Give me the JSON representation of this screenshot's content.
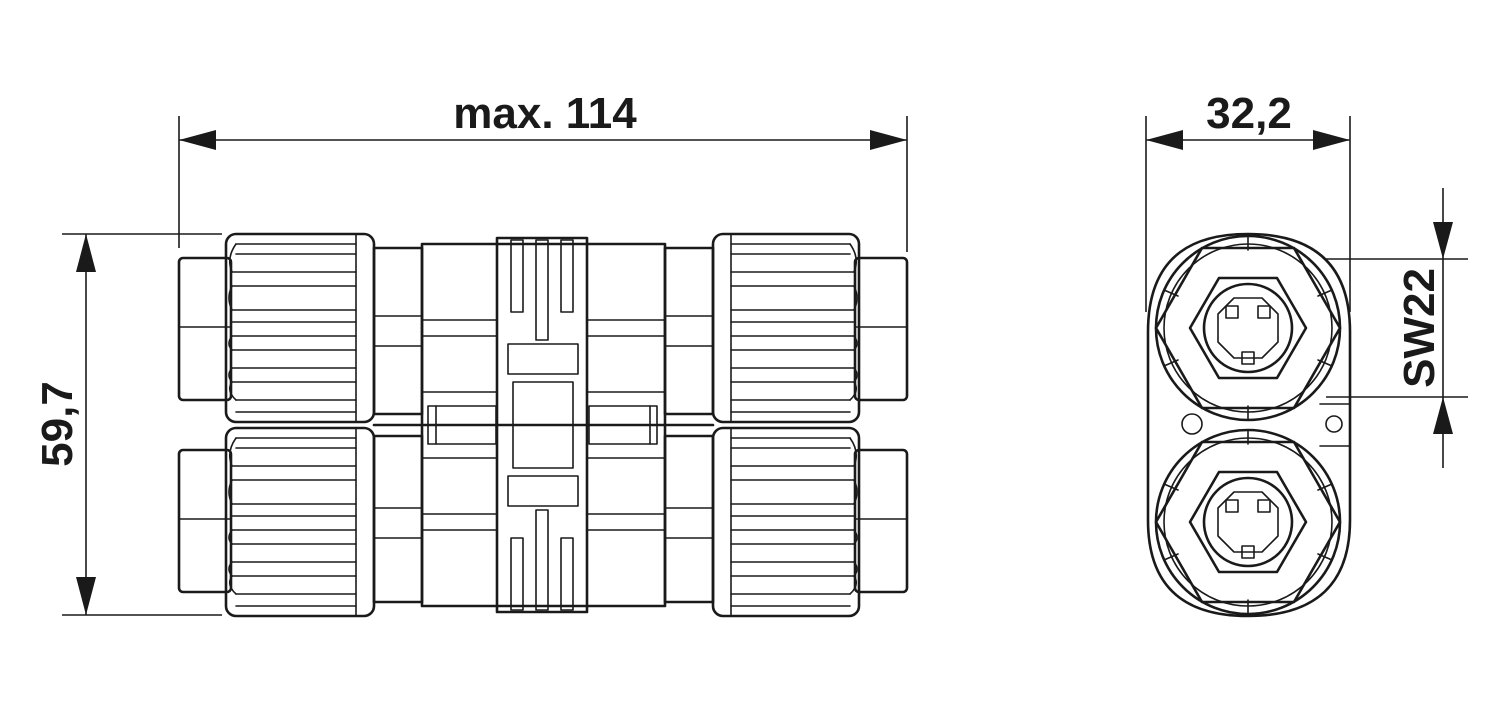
{
  "dimensions": {
    "length": "max. 114",
    "width": "32,2",
    "height": "59,7",
    "wrench": "SW22"
  },
  "colors": {
    "line": "#1a1a1a",
    "background": "#ffffff"
  }
}
